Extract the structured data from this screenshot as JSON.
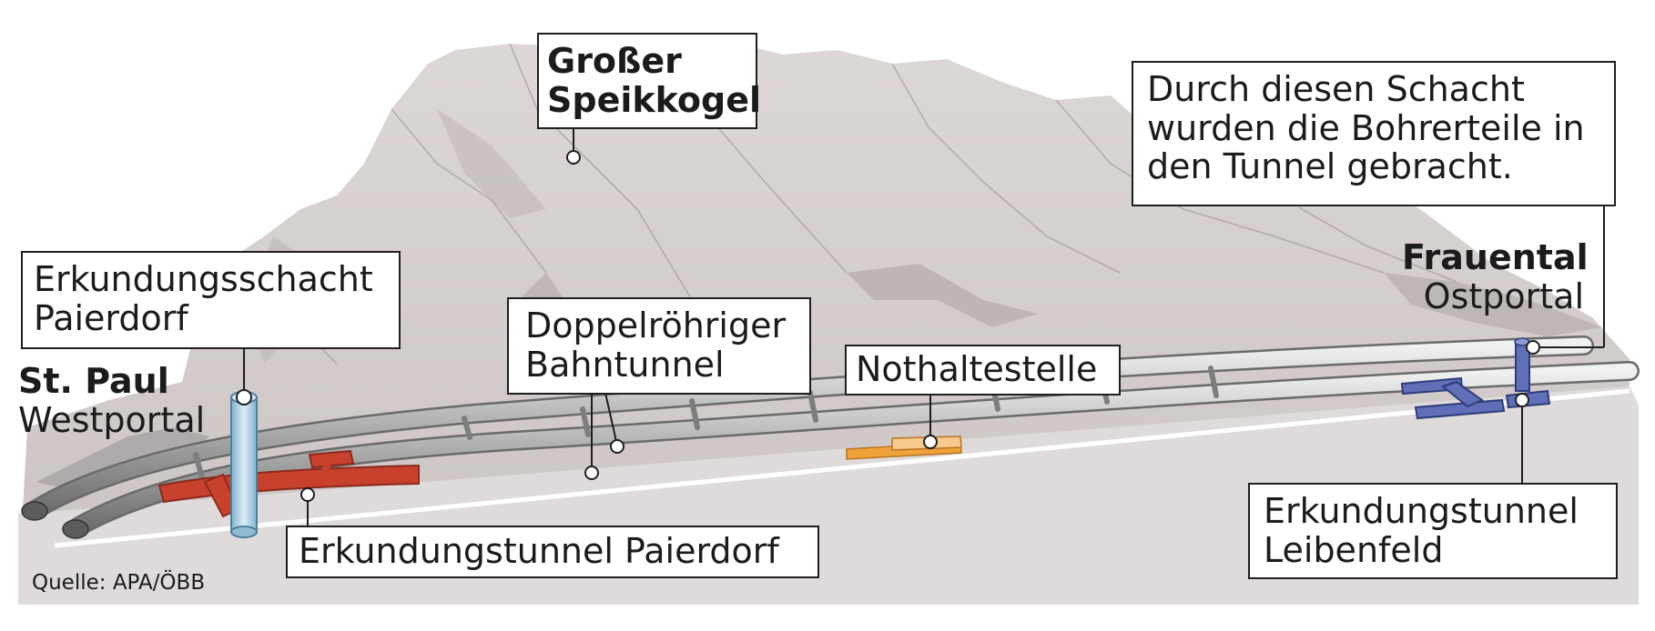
{
  "callouts": {
    "grosser_speikkogel": [
      "Großer",
      "Speikkogel"
    ],
    "schacht_info": [
      "Durch diesen Schacht",
      "wurden die Bohrerteile in",
      "den Tunnel gebracht."
    ],
    "frauental": {
      "name": "Frauental",
      "sub": "Ostportal"
    },
    "erkundungsschacht": [
      "Erkundungsschacht",
      "Paierdorf"
    ],
    "st_paul": {
      "name": "St. Paul",
      "sub": "Westportal"
    },
    "doppelroehrig": [
      "Doppelröhriger",
      "Bahntunnel"
    ],
    "nothaltestelle": "Nothaltestelle",
    "erkundungstunnel_paierdorf": "Erkundungstunnel Paierdorf",
    "erkundungstunnel_leibenfeld": [
      "Erkundungstunnel",
      "Leibenfeld"
    ]
  },
  "source": "Quelle: APA/ÖBB",
  "colors": {
    "mountain": "#d6d0cf",
    "mountain_dark": "#b9b1b0",
    "tunnel": "#a9a9a9",
    "red_section": "#c8412d",
    "blue_section": "#5f6fb8",
    "shaft_blue": "#a9cde0",
    "orange_section": "#f0a23a"
  }
}
